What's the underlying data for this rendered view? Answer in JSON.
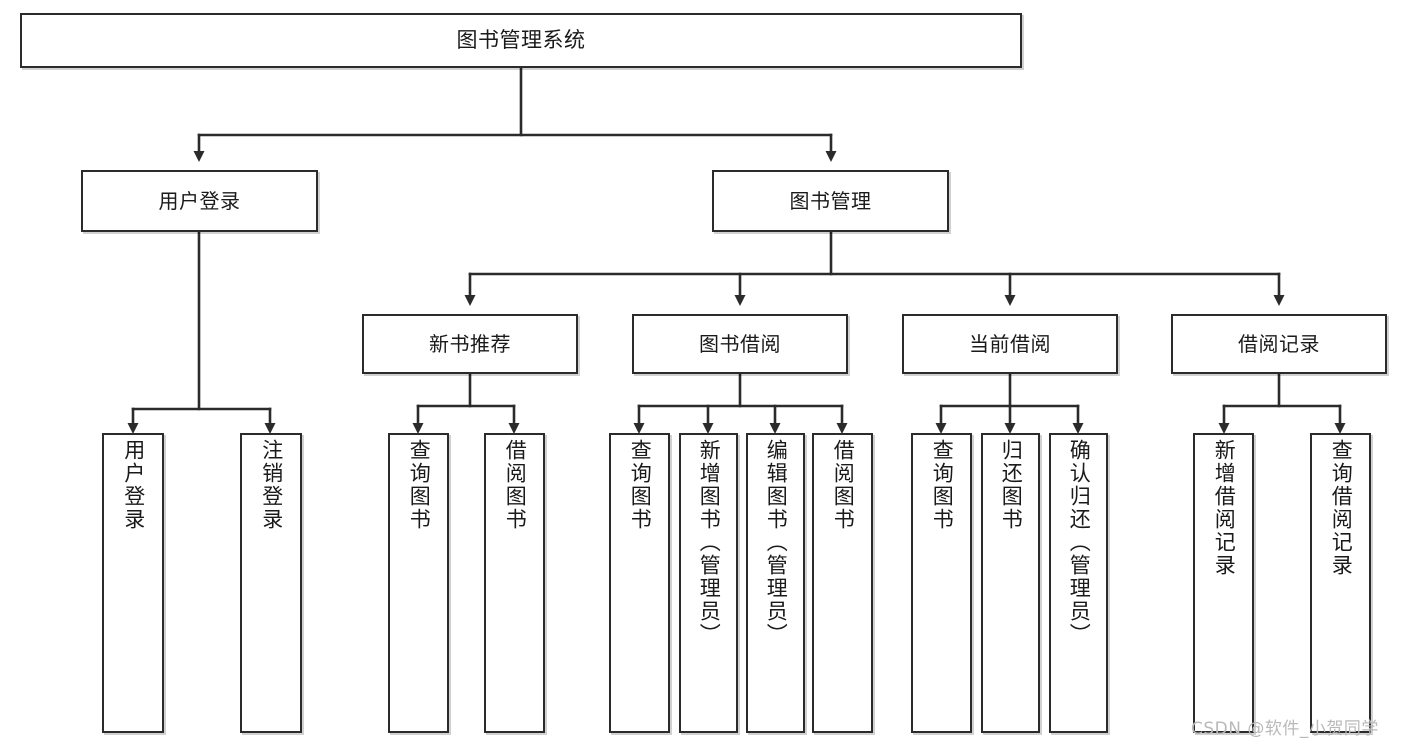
{
  "diagram": {
    "type": "tree",
    "title": "图书管理系统",
    "watermark": "CSDN @软件_小贺同学",
    "style": {
      "background": "#ffffff",
      "box_border": "#2b2b2b",
      "box_fill": "#ffffff",
      "connector": "#2b2b2b",
      "text": "#1a1a1a",
      "watermark_color": "#b9b9b9"
    },
    "nodes": {
      "root": {
        "label": "图书管理系统"
      },
      "level1": [
        {
          "id": "user-login",
          "label": "用户登录"
        },
        {
          "id": "book-manage",
          "label": "图书管理"
        }
      ],
      "level2": [
        {
          "id": "new-book-rec",
          "label": "新书推荐"
        },
        {
          "id": "book-borrow",
          "label": "图书借阅"
        },
        {
          "id": "current-borrow",
          "label": "当前借阅"
        },
        {
          "id": "borrow-record",
          "label": "借阅记录"
        }
      ],
      "leaves": [
        {
          "id": "leaf-user-login",
          "label": "用户登录",
          "parent": "user-login"
        },
        {
          "id": "leaf-user-logout",
          "label": "注销登录",
          "parent": "user-login"
        },
        {
          "id": "leaf-rec-query-book",
          "label": "查询图书",
          "parent": "new-book-rec"
        },
        {
          "id": "leaf-rec-borrow-book",
          "label": "借阅图书",
          "parent": "new-book-rec"
        },
        {
          "id": "leaf-brw-query-book",
          "label": "查询图书",
          "parent": "book-borrow"
        },
        {
          "id": "leaf-brw-add-book",
          "label": "新增图书（管理员）",
          "parent": "book-borrow"
        },
        {
          "id": "leaf-brw-edit-book",
          "label": "编辑图书（管理员）",
          "parent": "book-borrow"
        },
        {
          "id": "leaf-brw-borrow-book",
          "label": "借阅图书",
          "parent": "book-borrow"
        },
        {
          "id": "leaf-cur-query-book",
          "label": "查询图书",
          "parent": "current-borrow"
        },
        {
          "id": "leaf-cur-return-book",
          "label": "归还图书",
          "parent": "current-borrow"
        },
        {
          "id": "leaf-cur-confirm-return",
          "label": "确认归还（管理员）",
          "parent": "current-borrow"
        },
        {
          "id": "leaf-rec-add-record",
          "label": "新增借阅记录",
          "parent": "borrow-record"
        },
        {
          "id": "leaf-rec-query-record",
          "label": "查询借阅记录",
          "parent": "borrow-record"
        }
      ]
    }
  }
}
